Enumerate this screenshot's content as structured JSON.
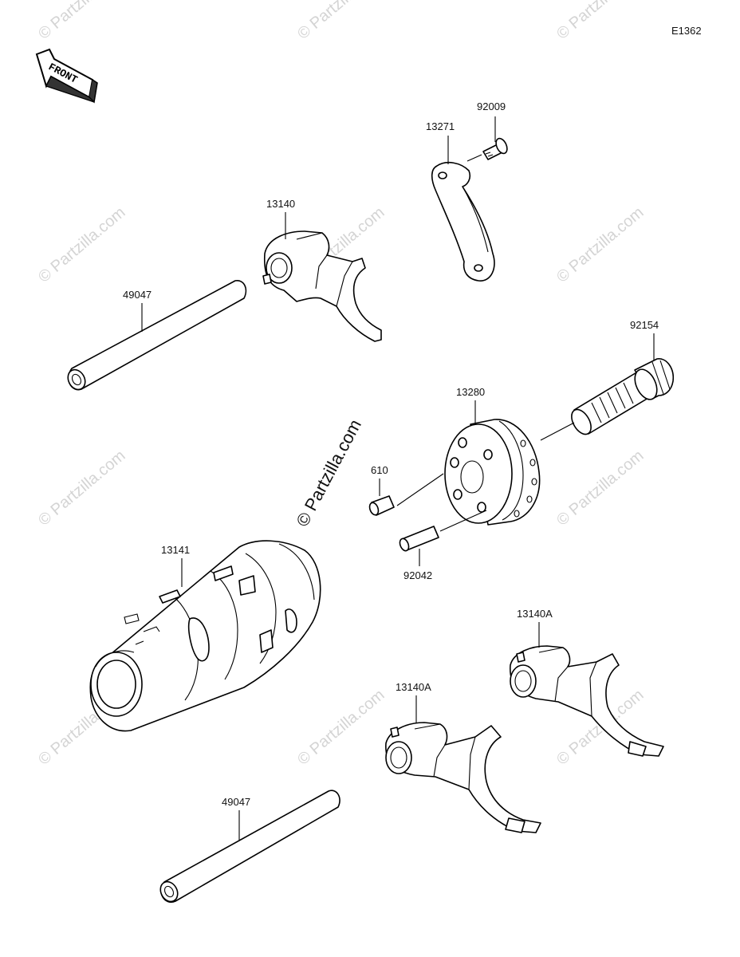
{
  "diagram_code": "E1362",
  "front_badge": "FRONT",
  "watermark": "© Partzilla.com",
  "center_watermark": "© Partzilla.com",
  "part_labels": {
    "p92009": "92009",
    "p13271": "13271",
    "p13140": "13140",
    "p49047_top": "49047",
    "p92154": "92154",
    "p13280": "13280",
    "p610": "610",
    "p92042": "92042",
    "p13141": "13141",
    "p13140A_right": "13140A",
    "p13140A_center": "13140A",
    "p49047_bottom": "49047"
  }
}
